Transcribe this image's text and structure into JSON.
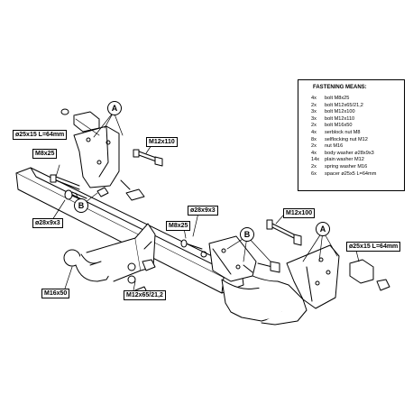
{
  "legend": {
    "title": "FASTENING MEANS:",
    "items": [
      {
        "qty": "4x",
        "desc": "bolt M8x25"
      },
      {
        "qty": "2x",
        "desc": "bolt M12x65/21,2"
      },
      {
        "qty": "3x",
        "desc": "bolt M12x100"
      },
      {
        "qty": "3x",
        "desc": "bolt M12x110"
      },
      {
        "qty": "2x",
        "desc": "bolt M16x50"
      },
      {
        "qty": "4x",
        "desc": "serblock nut M8"
      },
      {
        "qty": "8x",
        "desc": "selflocking nut M12"
      },
      {
        "qty": "2x",
        "desc": "nut M16"
      },
      {
        "qty": "4x",
        "desc": "body washer ø28x9x3"
      },
      {
        "qty": "14x",
        "desc": "plain washer M12"
      },
      {
        "qty": "2x",
        "desc": "spring washer M16"
      },
      {
        "qty": "6x",
        "desc": "spacer ø25x5 L=64mm"
      }
    ]
  },
  "labels": {
    "spacer_left": "ø25x15 L=64mm",
    "bolt_m8_left": "M8x25",
    "washer_left": "ø28x9x3",
    "bolt_m16": "M16x50",
    "bolt_m12x65": "M12x65/21,2",
    "bolt_m12x110": "M12x110",
    "washer_center": "ø28x9x3",
    "bolt_m8_center": "M8x25",
    "bolt_m12x100": "M12x100",
    "spacer_right": "ø25x15 L=64mm"
  },
  "callouts": {
    "a1": "A",
    "b1": "B",
    "b2": "B",
    "a2": "A"
  }
}
